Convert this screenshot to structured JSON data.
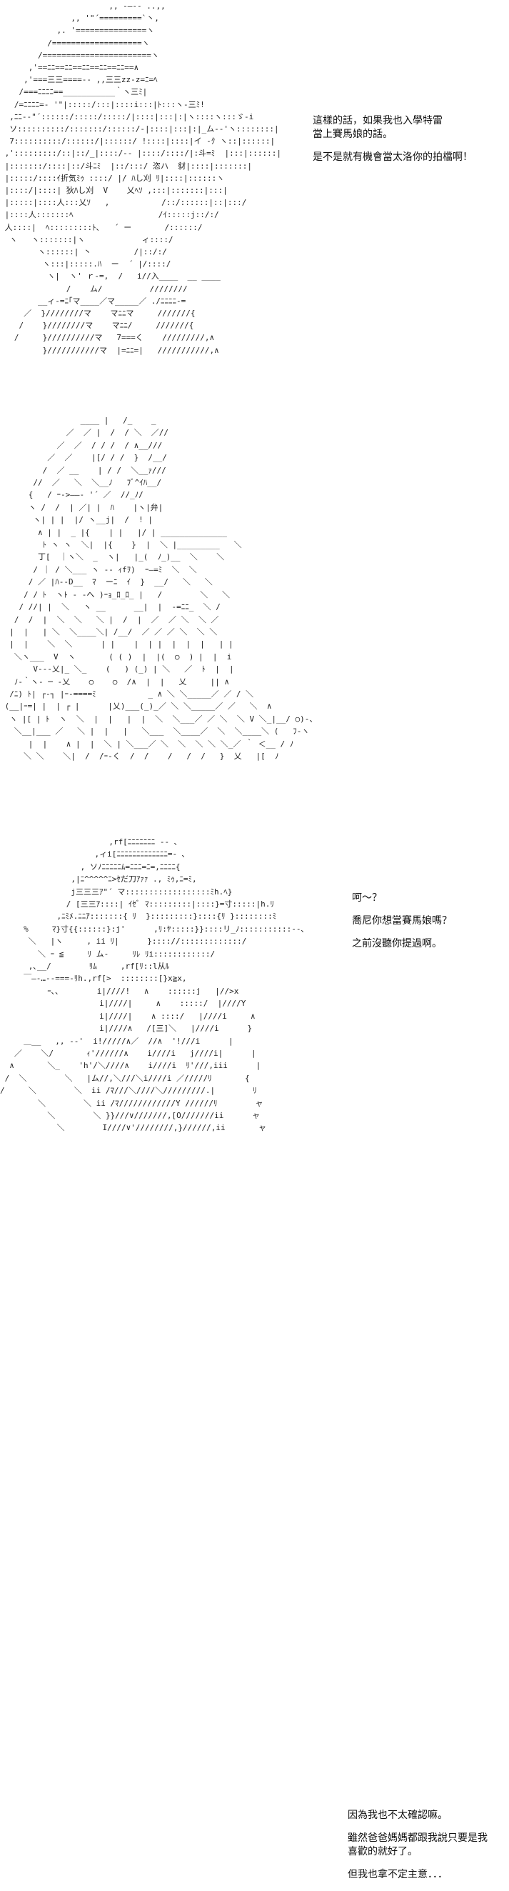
{
  "panels": [
    {
      "lines": [
        "這樣的話，如果我也入學特雷",
        "當上賽馬娘的話。",
        "是不是就有機會當太洛你的拍檔啊！"
      ]
    },
    {
      "lines": [
        "呵～？",
        "喬尼你想當賽馬娘嗎？",
        "之前沒聽你提過啊。"
      ]
    },
    {
      "lines": [
        "因為我也不太確認嘛。",
        "雖然爸爸媽媽都跟我說只要是我",
        "喜歡的就好了。",
        "但我也拿不定主意．．．"
      ]
    }
  ]
}
